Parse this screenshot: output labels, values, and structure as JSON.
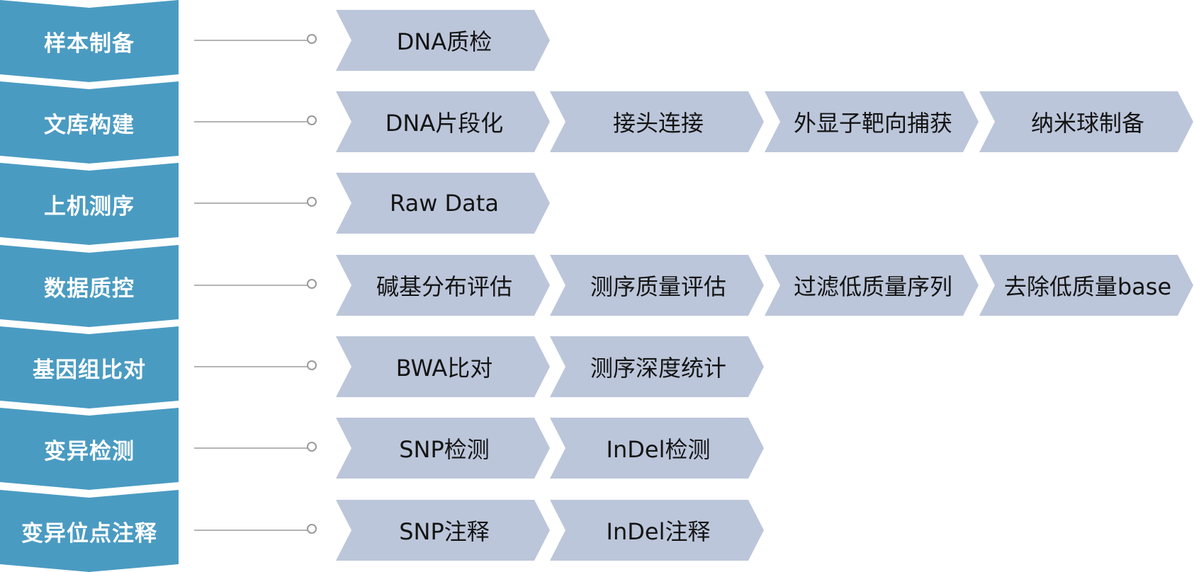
{
  "colors": {
    "stage_fill": "#4a9bc2",
    "step_fill": "#bcc6da",
    "connector": "#b4b4b4"
  },
  "stages": [
    {
      "label": "样本制备",
      "steps": [
        "DNA质检"
      ]
    },
    {
      "label": "文库构建",
      "steps": [
        "DNA片段化",
        "接头连接",
        "外显子靶向捕获",
        "纳米球制备"
      ]
    },
    {
      "label": "上机测序",
      "steps": [
        "Raw Data"
      ]
    },
    {
      "label": "数据质控",
      "steps": [
        "碱基分布评估",
        "测序质量评估",
        "过滤低质量序列",
        "去除低质量base"
      ]
    },
    {
      "label": "基因组比对",
      "steps": [
        "BWA比对",
        "测序深度统计"
      ]
    },
    {
      "label": "变异检测",
      "steps": [
        "SNP检测",
        "InDel检测"
      ]
    },
    {
      "label": "变异位点注释",
      "steps": [
        "SNP注释",
        "InDel注释"
      ]
    }
  ]
}
